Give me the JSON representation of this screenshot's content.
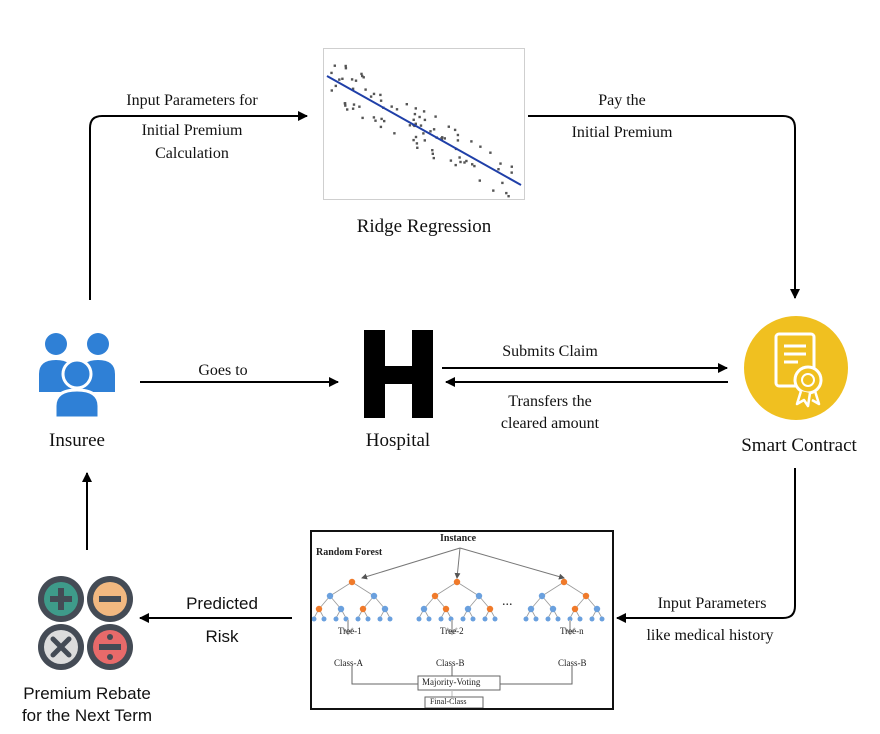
{
  "labels": {
    "top_left_line1": "Input Parameters for",
    "top_left_line2": "Initial Premium",
    "top_left_line3": "Calculation",
    "top_right_line1": "Pay the",
    "top_right_line2": "Initial Premium",
    "ridge_regression": "Ridge Regression",
    "insuree": "Insuree",
    "goes_to": "Goes to",
    "hospital": "Hospital",
    "submits_claim": "Submits Claim",
    "transfers_line1": "Transfers the",
    "transfers_line2": "cleared amount",
    "smart_contract": "Smart Contract",
    "input_params_line1": "Input Parameters",
    "input_params_line2": "like medical history",
    "predicted": "Predicted",
    "risk": "Risk",
    "rebate_line1": "Premium Rebate",
    "rebate_line2": "for the Next Term"
  },
  "random_forest": {
    "title": "Random Forest",
    "instance": "Instance",
    "trees": [
      {
        "tree": "Tree-1",
        "class": "Class-A"
      },
      {
        "tree": "Tree-2",
        "class": "Class-B"
      },
      {
        "tree": "Tree-n",
        "class": "Class-B"
      }
    ],
    "ellipsis": "...",
    "voting": "Majority-Voting",
    "final": "Final-Class"
  },
  "hospital_glyph": "H",
  "colors": {
    "regression_line": "#1f3fa8",
    "insuree_blue": "#2f80d6",
    "smart_contract_yellow": "#f0c020",
    "plus_green": "#3e9b8a",
    "minus_orange": "#f2b880",
    "times_gray": "#444b55",
    "divide_red": "#e86a6a",
    "node_blue": "#6aa0de",
    "node_orange": "#f07a2a"
  }
}
